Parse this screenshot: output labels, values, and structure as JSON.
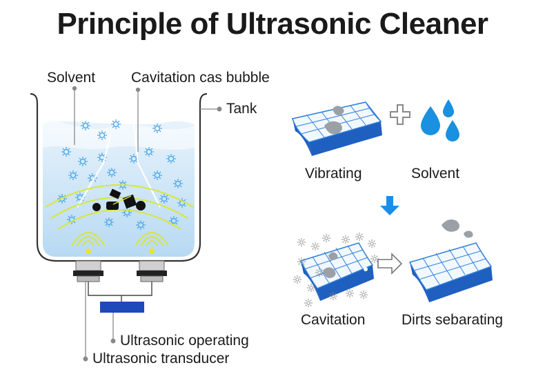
{
  "title": "Principle of Ultrasonic Cleaner",
  "labels": {
    "solvent_top": "Solvent",
    "bubble": "Cavitation cas bubble",
    "tank": "Tank",
    "operating": "Ultrasonic operating",
    "transducer": "Ultrasonic transducer"
  },
  "steps": {
    "vibrating": "Vibrating",
    "solvent": "Solvent",
    "cavitation": "Cavitation",
    "dirts": "Dirts sebarating"
  },
  "colors": {
    "water": "#cfe6f7",
    "wave": "#d8e63a",
    "grid_face": "#f2f8ff",
    "grid_line": "#2f7fd8",
    "grid_side": "#1f5fc0",
    "drop": "#1a90e0",
    "operator": "#1e49b8",
    "arrow_down": "#1a8ee8"
  },
  "icons": {
    "plus": "plus-icon",
    "drop": "water-drop-icon",
    "arrow_down": "arrow-down-icon",
    "arrow_right": "arrow-right-icon",
    "bubble": "bubble-icon"
  }
}
